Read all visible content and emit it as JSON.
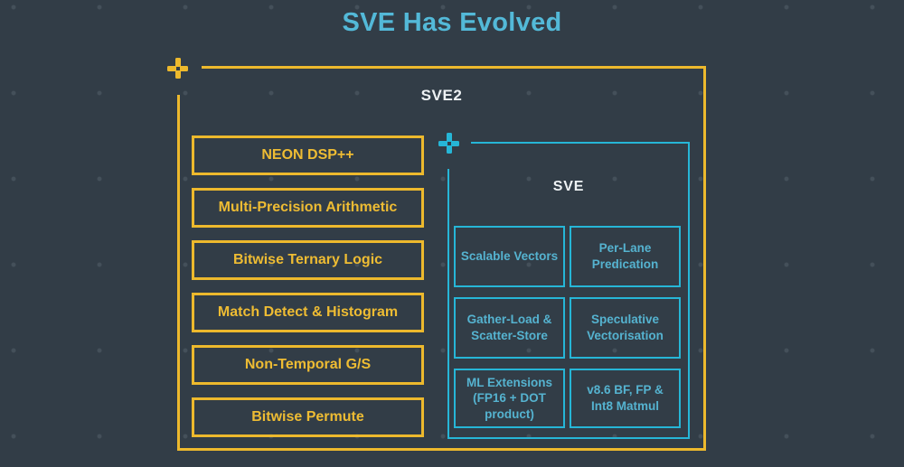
{
  "title": "SVE Has Evolved",
  "diagram": {
    "outer": {
      "label": "SVE2",
      "features": [
        "NEON DSP++",
        "Multi-Precision Arithmetic",
        "Bitwise Ternary Logic",
        "Match Detect & Histogram",
        "Non-Temporal G/S",
        "Bitwise Permute"
      ]
    },
    "inner": {
      "label": "SVE",
      "features": [
        "Scalable Vectors",
        "Per-Lane\nPredication",
        "Gather-Load &\nScatter-Store",
        "Speculative\nVectorisation",
        "ML Extensions\n(FP16 + DOT\nproduct)",
        "v8.6 BF, FP &\nInt8 Matmul"
      ]
    }
  },
  "icons": {
    "gold_plus": "plus",
    "teal_plus": "plus"
  },
  "colors": {
    "background": "#323d47",
    "gold": "#edb92d",
    "teal": "#26b6d7",
    "title_text": "#53b9d8",
    "teal_cell_text": "#55b3d0",
    "white_label": "#eef2f4"
  }
}
